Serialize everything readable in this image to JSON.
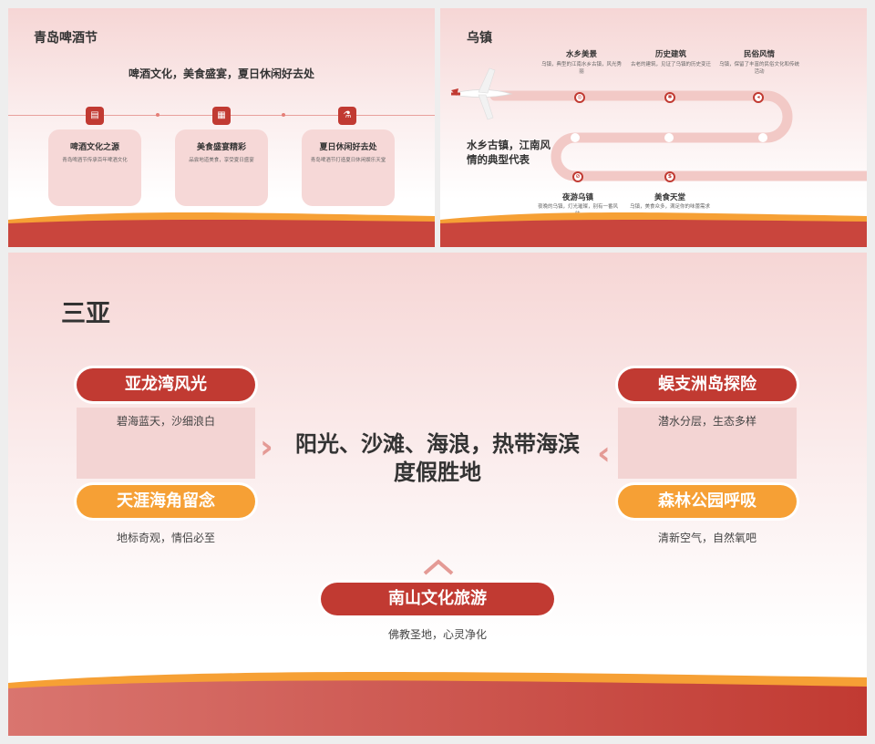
{
  "slide1": {
    "title": "青岛啤酒节",
    "subtitle": "啤酒文化，美食盛宴，夏日休闲好去处",
    "cards": [
      {
        "title": "啤酒文化之源",
        "desc": "青岛啤酒节传承百年啤酒文化",
        "icon": "document-icon"
      },
      {
        "title": "美食盛宴精彩",
        "desc": "品尝地道美食，享受夏日盛宴",
        "icon": "image-icon"
      },
      {
        "title": "夏日休闲好去处",
        "desc": "青岛啤酒节打造夏日休闲娱乐天堂",
        "icon": "flask-icon"
      }
    ]
  },
  "slide2": {
    "title": "乌镇",
    "lead": "水乡古镇，江南风情的典型代表",
    "top_items": [
      {
        "title": "水乡美景",
        "desc": "乌镇，典型的江南水乡古镇，风光秀丽"
      },
      {
        "title": "历史建筑",
        "desc": "古老的建筑，见证了乌镇的历史变迁"
      },
      {
        "title": "民俗风情",
        "desc": "乌镇，保留了丰富的民俗文化和传统活动"
      }
    ],
    "bottom_items": [
      {
        "title": "夜游乌镇",
        "desc": "夜晚的乌镇，灯光璀璨，别有一番风味"
      },
      {
        "title": "美食天堂",
        "desc": "乌镇，美食众多，满足你的味蕾需求"
      }
    ]
  },
  "slide3": {
    "title": "三亚",
    "center_text": "阳光、沙滩、海浪，热带海滨度假胜地",
    "items": [
      {
        "title": "亚龙湾风光",
        "desc": "碧海蓝天，沙细浪白"
      },
      {
        "title": "天涯海角留念",
        "desc": "地标奇观，情侣必至"
      },
      {
        "title": "蜈支洲岛探险",
        "desc": "潜水分层，生态多样"
      },
      {
        "title": "森林公园呼吸",
        "desc": "清新空气，自然氧吧"
      },
      {
        "title": "南山文化旅游",
        "desc": "佛教圣地，心灵净化"
      }
    ]
  },
  "colors": {
    "primary": "#c13a32",
    "accent": "#f6a035",
    "soft": "#f6d8d7"
  }
}
